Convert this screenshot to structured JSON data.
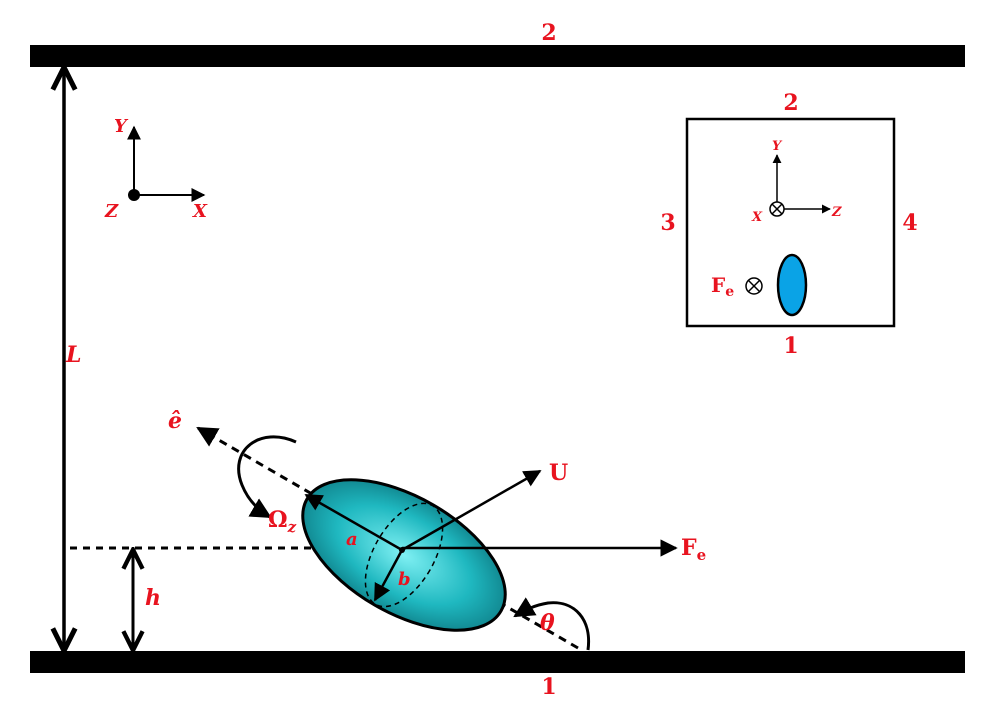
{
  "colors": {
    "label_red": "#e8131f",
    "wall_black": "#000000",
    "ellipsoid_teal": "#1fb8c0",
    "inset_particle_blue": "#0aa3e6"
  },
  "walls": {
    "top_label": "2",
    "bottom_label": "1"
  },
  "axes_main": {
    "y_label": "Y",
    "x_label": "X",
    "z_label": "Z"
  },
  "dimensions": {
    "channel_height_label": "L",
    "height_label": "h"
  },
  "particle": {
    "orientation_label": "ê",
    "rotation_label": "Ω",
    "rotation_subscript": "z",
    "velocity_label": "U",
    "force_label": "F",
    "force_subscript": "e",
    "angle_label": "θ",
    "semi_major_label": "a",
    "semi_minor_label": "b"
  },
  "inset": {
    "top_label": "2",
    "bottom_label": "1",
    "left_label": "3",
    "right_label": "4",
    "y_label": "Y",
    "x_label": "X",
    "z_label": "Z",
    "force_label": "F",
    "force_subscript": "e"
  }
}
